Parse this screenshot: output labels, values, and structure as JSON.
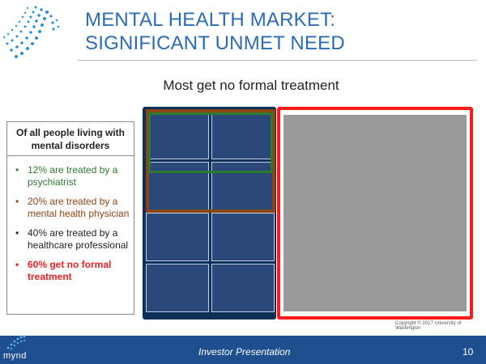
{
  "header": {
    "title_line1": "MENTAL HEALTH MARKET:",
    "title_line2": "SIGNIFICANT UNMET NEED"
  },
  "figure": {
    "subtitle": "Most get no formal treatment",
    "copyright": "Copyright © 2017 University of Washington",
    "colors": {
      "navy": "#0e2f5a",
      "red": "#ff1a1a",
      "brown": "#8b4513",
      "green": "#2e7a2e"
    }
  },
  "legend": {
    "heading": "Of all people living with mental disorders",
    "items": [
      {
        "text": "12% are treated by a psychiatrist",
        "color": "#2e7a2e"
      },
      {
        "text": "20% are treated by a mental health physician",
        "color": "#8b4513"
      },
      {
        "text": "40% are treated by a healthcare professional",
        "color": "#222222"
      },
      {
        "text": "60% get no formal treatment",
        "color": "#e52222"
      }
    ]
  },
  "footer": {
    "label": "Investor Presentation",
    "page_number": "10",
    "brand": "mynd"
  }
}
